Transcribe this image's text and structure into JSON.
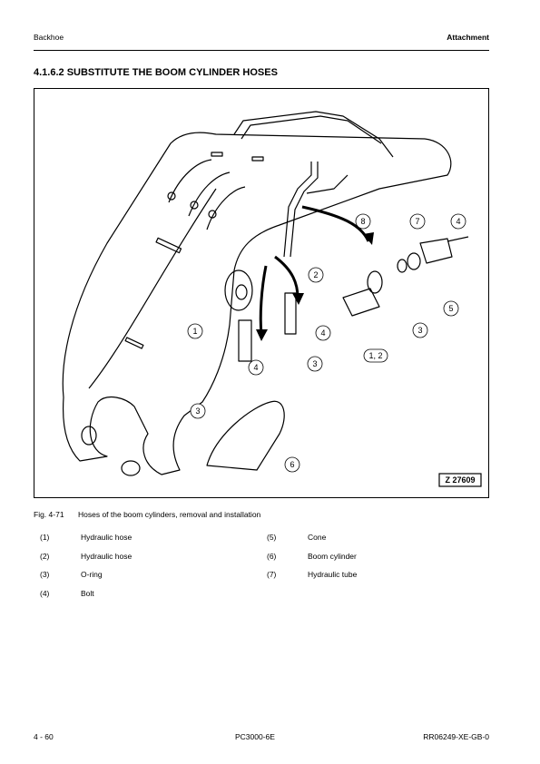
{
  "header": {
    "section": "Backhoe",
    "chapter": "Attachment"
  },
  "title": "4.1.6.2   SUBSTITUTE THE BOOM CYLINDER HOSES",
  "figure": {
    "callouts": [
      "1",
      "2",
      "3",
      "3",
      "3",
      "4",
      "4",
      "4",
      "5",
      "6",
      "7",
      "8",
      "1, 2"
    ],
    "drawing_id": "Z 27609"
  },
  "caption": {
    "number": "Fig. 4-71",
    "text": "Hoses of the boom cylinders, removal and installation"
  },
  "legend_left": [
    {
      "num": "(1)",
      "text": "Hydraulic hose"
    },
    {
      "num": "(2)",
      "text": "Hydraulic hose"
    },
    {
      "num": "(3)",
      "text": "O-ring"
    },
    {
      "num": "(4)",
      "text": "Bolt"
    }
  ],
  "legend_right": [
    {
      "num": "(5)",
      "text": "Cone"
    },
    {
      "num": "(6)",
      "text": "Boom cylinder"
    },
    {
      "num": "(7)",
      "text": "Hydraulic tube"
    }
  ],
  "footer": {
    "page": "4  - 60",
    "model": "PC3000-6E",
    "doc": "RR06249-XE-GB-0"
  }
}
